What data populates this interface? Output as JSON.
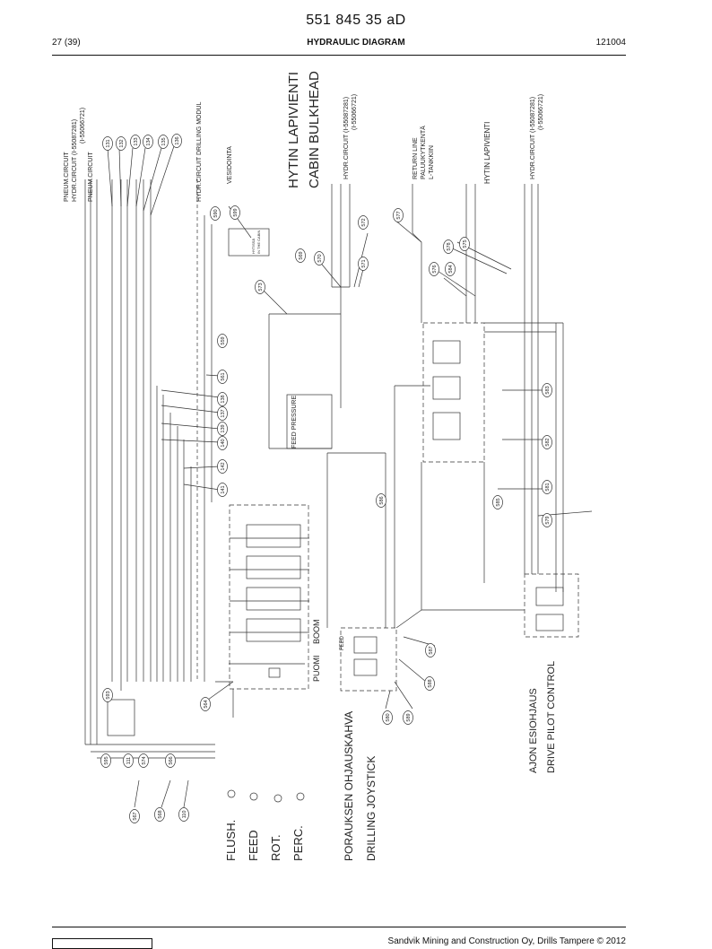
{
  "header": {
    "document_id": "551 845 35 aD",
    "page": "27 (39)",
    "title": "HYDRAULIC DIAGRAM",
    "code": "121004"
  },
  "footer": {
    "copyright": "Sandvik Mining and Construction Oy, Drills Tampere © 2012"
  },
  "diagram": {
    "top_labels": [
      "PNEUM.CIRCUIT",
      "HYDR.CIRCUIT (I-55087281)",
      "(I-55066721)",
      "PNEUM.CIRCUIT",
      "HYDR.CIRCUIT DRILLING MODUL",
      "HYTIN LAPIVIENTI",
      "CABIN BULKHEAD",
      "HYDR.CIRCUIT (I-55087281)",
      "(I-55066721)",
      "RETURN LINE",
      "PALUUKYTKENTÄ",
      "L-TANKKIIN",
      "HYTIN LAPIVIENTI",
      "HYDR.CIRCUIT (I-55087281)",
      "(I-55066721)",
      "VESIDOINTA"
    ],
    "bottom_labels": [
      "FLUSH.",
      "FEED",
      "ROT.",
      "PERC.",
      "PORAUKSEN OHJAUSKAHVA",
      "DRILLING JOYSTICK",
      "AJON ESIOHJAUS",
      "DRIVE PILOT CONTROL"
    ],
    "component_labels": [
      "FEED PRESSURE",
      "PUOMI",
      "BOOM",
      "FEED",
      "HYTISSÄ",
      "IN THE CABIN"
    ],
    "callouts_left": [
      "131",
      "132",
      "133",
      "134",
      "135",
      "136"
    ],
    "callouts_mid": [
      "138",
      "137",
      "139",
      "140",
      "142",
      "141"
    ],
    "callouts_misc": [
      "590",
      "599",
      "569",
      "570",
      "571",
      "572",
      "573",
      "559",
      "561",
      "564",
      "593",
      "595",
      "566",
      "567",
      "568",
      "110",
      "111",
      "574",
      "577",
      "578",
      "575",
      "576",
      "584",
      "583",
      "582",
      "581",
      "579",
      "585",
      "586",
      "587",
      "588",
      "589",
      "580"
    ]
  }
}
